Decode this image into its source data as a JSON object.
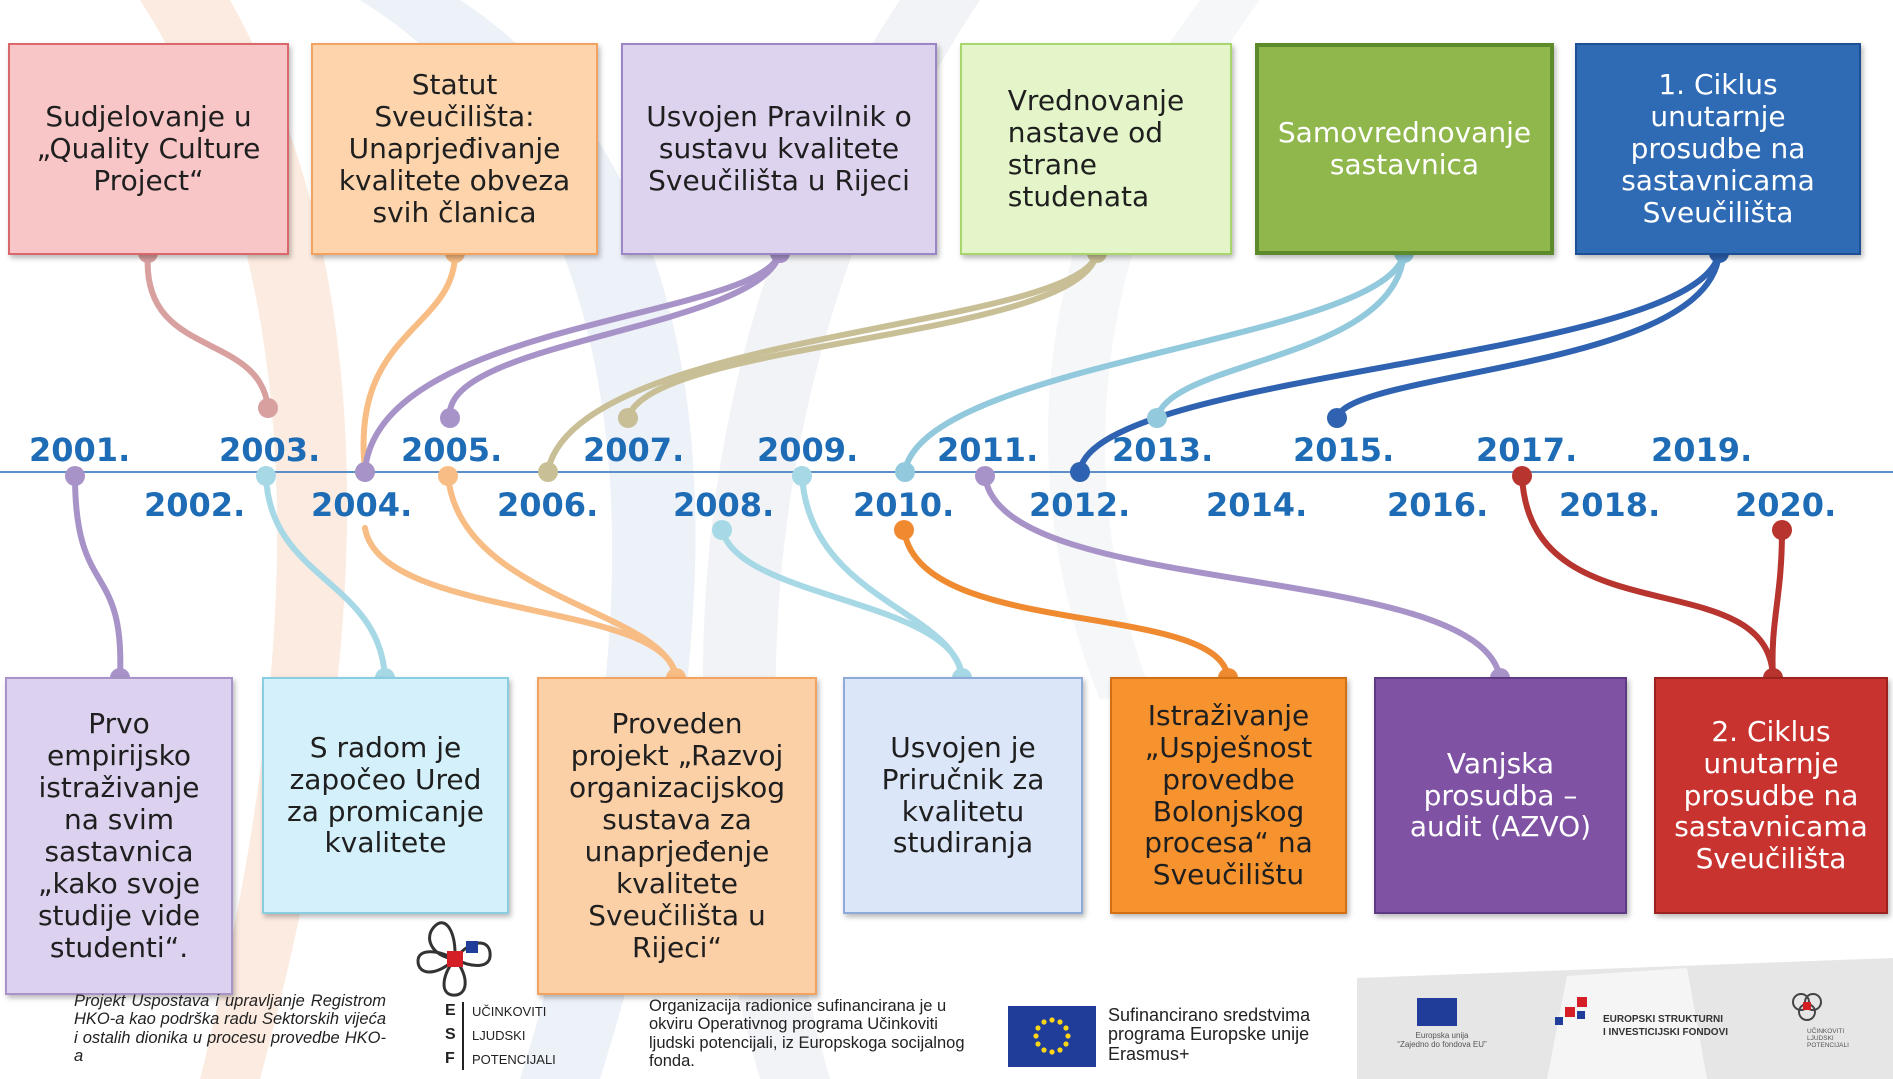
{
  "colors": {
    "year_text": "#1e6cb5",
    "timeline_line": "#5b8fc7"
  },
  "top_events": [
    {
      "id": "t1",
      "text": "Sudjelovanje u\n„Quality Culture\nProject“",
      "bg": "#f8c6c7",
      "border": "#d9676b",
      "marker_color": "#d9a0a0"
    },
    {
      "id": "t2",
      "text": "Statut\nSveučilišta:\nUnaprjeđivanje\nkvalitete obveza\nsvih članica",
      "bg": "#fdd4ab",
      "border": "#f3a35f",
      "marker_color": "#f7bd84"
    },
    {
      "id": "t3",
      "text": "Usvojen Pravilnik o\nsustavu kvalitete\nSveučilišta u Rijeci",
      "bg": "#ddd3ef",
      "border": "#9a86c4",
      "marker_color": "#a893c9"
    },
    {
      "id": "t4",
      "text": "Vrednovanje\nnastave od\nstrane\nstudenata",
      "bg": "#e4f6c9",
      "border": "#a9d56d",
      "marker_color": "#c9bf96"
    },
    {
      "id": "t5",
      "text": "Samovrednovanje\nsastavnica",
      "bg": "#8fb74b",
      "border": "#5d8a2a",
      "marker_color": "#92c9dd"
    },
    {
      "id": "t6",
      "text": "1. Ciklus\nunutarnje\nprosudbe na\nsastavnicama\nSveučilišta",
      "bg": "#2f6ab4",
      "border": "#1c4f93",
      "marker_color": "#2f62b0"
    }
  ],
  "bottom_events": [
    {
      "id": "b1",
      "text": "Prvo\nempirijsko\nistraživanje\nna svim\nsastavnica\n„kako svoje\nstudije vide\nstudenti“.",
      "bg": "#dcd2ef",
      "border": "#a893c9",
      "marker_color": "#a893c9"
    },
    {
      "id": "b2",
      "text": "S radom je\nzapočeo Ured\nza promicanje\nkvalitete",
      "bg": "#d4f1fb",
      "border": "#89cde0",
      "marker_color": "#a6d8e6"
    },
    {
      "id": "b3",
      "text": "Proveden\nprojekt „Razvoj\norganizacijskog\nsustava za\nunaprjeđenje\nkvalitete\nSveučilišta u\nRijeci“",
      "bg": "#fcd0a7",
      "border": "#f3a35f",
      "marker_color": "#f7bd84"
    },
    {
      "id": "b4",
      "text": "Usvojen je\nPriručnik za\nkvalitetu\nstudiranja",
      "bg": "#dbe6f8",
      "border": "#8eaad8",
      "marker_color": "#a6d8e6"
    },
    {
      "id": "b5",
      "text": "Istraživanje\n„Uspješnost\nprovedbe\nBolonjskog\nprocesa“ na\nSveučilištu",
      "bg": "#f7932f",
      "border": "#d26f14",
      "marker_color": "#f08a30"
    },
    {
      "id": "b6",
      "text": "Vanjska\nprosudba –\naudit (AZVO)",
      "bg": "#7f52a4",
      "border": "#5e3a82",
      "marker_color": "#a893c9"
    },
    {
      "id": "b7",
      "text": "2. Ciklus\nunutarnje\nprosudbe na\nsastavnicama\nSveučilišta",
      "bg": "#c8332f",
      "border": "#9c2220",
      "marker_color": "#b8342f"
    }
  ],
  "years_top": [
    "2001.",
    "2003.",
    "2005.",
    "2007.",
    "2009.",
    "2011.",
    "2013.",
    "2015.",
    "2017.",
    "2019."
  ],
  "years_bottom": [
    "2002.",
    "2004.",
    "2006.",
    "2008.",
    "2010.",
    "2012.",
    "2014.",
    "2016.",
    "2018.",
    "2020."
  ],
  "footer": {
    "project_text": "Projekt Uspostava i upravljanje Registrom HKO-a kao podrška radu Sektorskih vijeća i ostalih dionika u procesu provedbe HKO-a",
    "org_text": "Organizacija radionice sufinancirana je u okviru Operativnog programa Učinkoviti ljudski potencijali, iz Europskoga socijalnog fonda.",
    "eu_text": "Sufinancirano sredstvima programa Europske unije Erasmus+",
    "esf_letters": [
      "E",
      "S",
      "F"
    ],
    "esf_words": [
      "UČINKOVITI",
      "LJUDSKI",
      "POTENCIJALI"
    ],
    "eu_small_text": "Europska unija\n“Zajedno do fondova EU”",
    "struct_funds_line1": "EUROPSKI STRUKTURNI",
    "struct_funds_line2": "I INVESTICIJSKI FONDOVI",
    "small_esf_words": "UČINKOVITI\nLJUDSKI\nPOTENCIJALI"
  }
}
